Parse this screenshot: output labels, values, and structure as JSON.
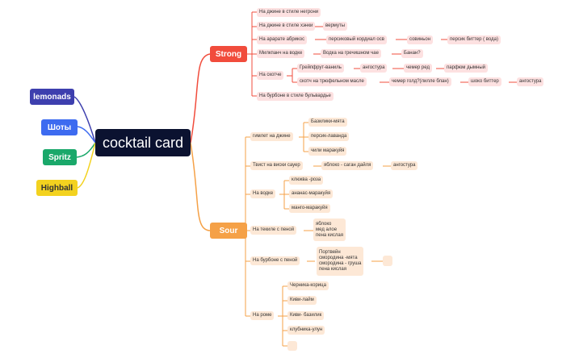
{
  "center": "cocktail card",
  "left": [
    {
      "label": "lemonads",
      "color": "#3d3fae"
    },
    {
      "label": "Шоты",
      "color": "#3d6bf0"
    },
    {
      "label": "Spritz",
      "color": "#1aa86a"
    },
    {
      "label": "Highball",
      "color": "#f3d21f"
    }
  ],
  "strong": {
    "label": "Strong",
    "color": "#f14c3c",
    "items": {
      "negroni": "На джине в стиле негрони",
      "hanky": "На джине в стиле хэнки",
      "hanky_vermouth": "вермуты",
      "ararat": "На арарате абрикос",
      "ararat_cordial": "персиковый кордиал осв",
      "ararat_sauvignon": "совиньон",
      "ararat_bitter": "персик биттер ( вода)",
      "milk": "Милкпанч на водке",
      "milk_vodka": "Водка на гречишном чае",
      "milk_banana": "Банан?",
      "scotch": "На скотче",
      "scotch_grape": "Грейпфрут-ваниль",
      "scotch_ang": "ангостура",
      "scotch_red": "чемер ред",
      "scotch_smoke": "парфюм дымный",
      "scotch_truffle": "скотч на трюфельном масле",
      "scotch_gold": "чемер голд?(лилле блан)",
      "scotch_choco": "шоко биттер",
      "scotch_ang2": "ангостура",
      "boulevardier": "На бурбоне в стиле бульвардье"
    }
  },
  "sour": {
    "label": "Sour",
    "color": "#f5a147",
    "items": {
      "gimlet": "гимлет на джине",
      "gimlet_basil": "Базилики-мята",
      "gimlet_persimmon": "персик-лаванда",
      "gimlet_chili": "чили маракуйя",
      "twist": "Твист на виски сауер",
      "twist_apple": "яблоко - саган дайля",
      "twist_ang": "ангостура",
      "vodka": "На водке",
      "vodka_klukva": "клюква -роза",
      "vodka_ananas": "ананас-маракуйя",
      "vodka_mango": "манго-маракуйя",
      "tequila": "На текиле с пеной",
      "tequila_mix": "яблоко\nмед алое\nпена кислая",
      "bourbon": "На бурбоне с пеной",
      "bourbon_mix": "Портвейн\nсмородина -мята\nсмородина - груша\nпена кислая",
      "bourbon_empty": "",
      "rum": "На роме",
      "rum_cherry": "Черника-корица",
      "rum_kiwi": "Киви-лайм",
      "rum_kiwi_basil": "Киви- базилик",
      "rum_strawberry": "клубника-улун",
      "rum_empty": ""
    }
  }
}
